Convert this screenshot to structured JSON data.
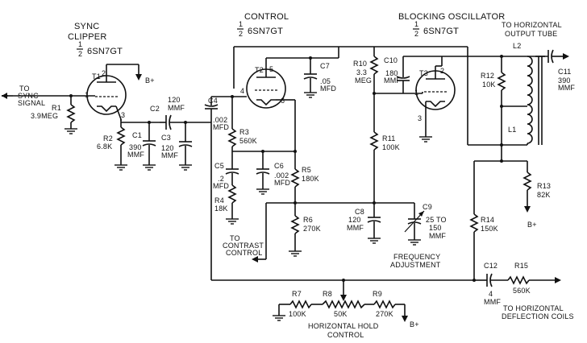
{
  "labels": {
    "sync_clipper": "SYNC",
    "sync_clipper2": "CLIPPER",
    "half1": "1",
    "half2": "2",
    "tube1": "6SN7GT",
    "control": "CONTROL",
    "tube2": "6SN7GT",
    "blocking": "BLOCKING OSCILLATOR",
    "tube3": "6SN7GT",
    "to_horiz": "TO HORIZONTAL",
    "output_tube": "OUTPUT TUBE",
    "to_sync": "TO",
    "sync_sig1": "SYNC",
    "sync_sig2": "SIGNAL",
    "bplus": "B+",
    "to_contrast": "TO",
    "contrast1": "CONTRAST",
    "contrast2": "CONTROL",
    "freq1": "FREQUENCY",
    "freq2": "ADJUSTMENT",
    "hold1": "HORIZONTAL HOLD",
    "hold2": "CONTROL",
    "deflect1": "TO HORIZONTAL",
    "deflect2": "DEFLECTION COILS"
  },
  "components": {
    "T1": "T1",
    "T2": "T2",
    "T3": "T3",
    "R1": "R1",
    "R1v": "3.9MEG",
    "R2": "R2",
    "R2v": "6.8K",
    "C1": "C1",
    "C1v1": "390",
    "C1v2": "MMF",
    "C2": "C2",
    "C2v1": "120",
    "C2v2": "MMF",
    "C3": "C3",
    "C3v1": "120",
    "C3v2": "MMF",
    "C4": "C4",
    "C4v1": ".002",
    "C4v2": "MFD",
    "R3": "R3",
    "R3v": "560K",
    "C5": "C5",
    "C5v1": ".2",
    "C5v2": "MFD",
    "R4": "R4",
    "R4v": "18K",
    "C6": "C6",
    "C6v1": ".002",
    "C6v2": "MFD",
    "R5": "R5",
    "R5v": "180K",
    "R6": "R6",
    "R6v": "270K",
    "C7": "C7",
    "C7v1": ".05",
    "C7v2": "MFD",
    "R10": "R10",
    "R10v1": "3.3",
    "R10v2": "MEG",
    "C10": "C10",
    "C10v1": "180",
    "C10v2": "MMF",
    "R11": "R11",
    "R11v": "100K",
    "C8": "C8",
    "C8v1": "120",
    "C8v2": "MMF",
    "C9": "C9",
    "C9v1": "25 TO",
    "C9v2": "150",
    "C9v3": "MMF",
    "R12": "R12",
    "R12v": "10K",
    "L1": "L1",
    "L2": "L2",
    "C11": "C11",
    "C11v1": "390",
    "C11v2": "MMF",
    "R13": "R13",
    "R13v": "82K",
    "R14": "R14",
    "R14v": "150K",
    "C12": "C12",
    "C12v1": "4",
    "C12v2": "MMF",
    "R15": "R15",
    "R15v": "560K",
    "R7": "R7",
    "R7v": "100K",
    "R8": "R8",
    "R8v": "50K",
    "R9": "R9",
    "R9v": "270K"
  },
  "pins": {
    "p1": "1",
    "p2": "2",
    "p3": "3",
    "p4": "4",
    "p5": "5",
    "p6": "6"
  }
}
